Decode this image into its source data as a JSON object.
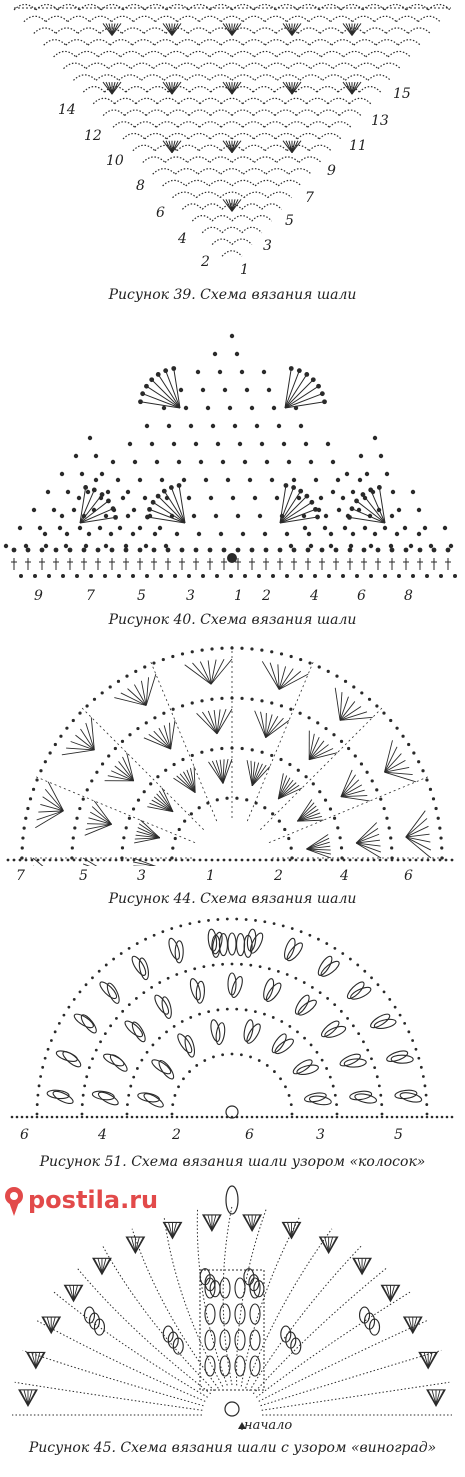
{
  "figures": [
    {
      "caption": "Рисунок 39. Схема вязания шали",
      "row_numbers": [
        "14",
        "15",
        "12",
        "13",
        "10",
        "11",
        "8",
        "9",
        "6",
        "7",
        "4",
        "5",
        "2",
        "3",
        "1"
      ]
    },
    {
      "caption": "Рисунок 40. Схема вязания шали",
      "row_numbers": [
        "9",
        "7",
        "5",
        "3",
        "1",
        "2",
        "4",
        "6",
        "8"
      ]
    },
    {
      "caption": "Рисунок 44. Схема вязания шали",
      "row_numbers": [
        "7",
        "5",
        "3",
        "1",
        "2",
        "4",
        "6"
      ]
    },
    {
      "caption": "Рисунок 51. Схема вязания шали узором «колосок»",
      "row_numbers": [
        "6",
        "4",
        "2",
        "6",
        "3",
        "5"
      ]
    },
    {
      "caption": "Рисунок 45. Схема вязания шали с узором «виноград»",
      "start_label": "начало"
    }
  ],
  "watermark": {
    "text": "postila.ru",
    "color": "#e24a4a"
  }
}
